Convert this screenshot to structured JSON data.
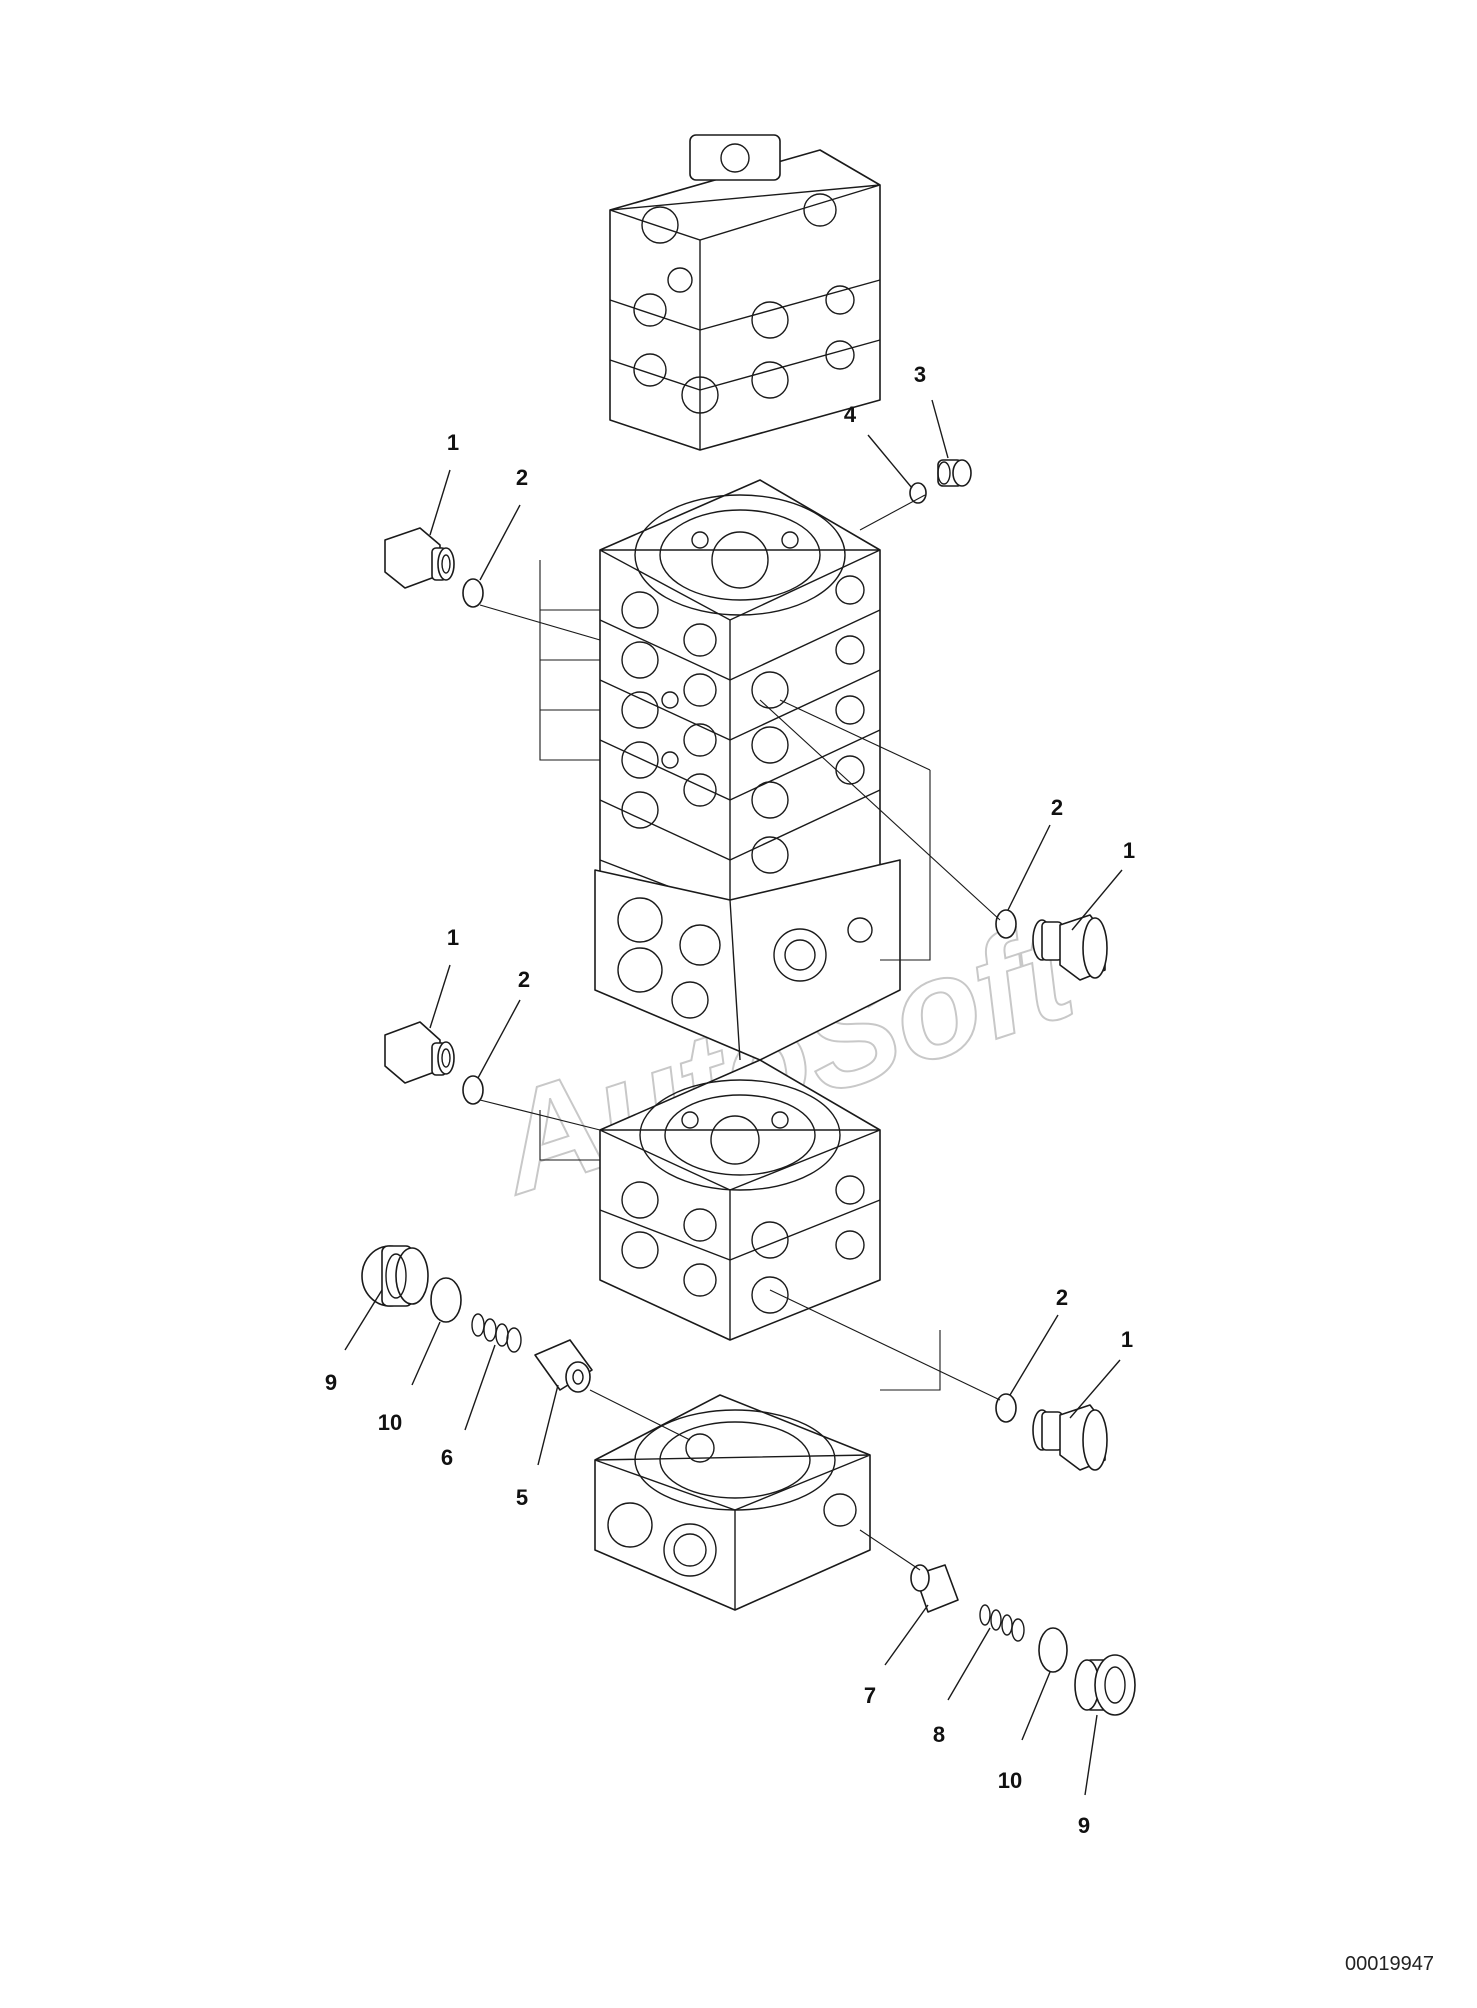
{
  "watermark": "AutoSoft",
  "document_id": "00019947",
  "callouts": {
    "c1a": "1",
    "c2a": "2",
    "c3": "3",
    "c4": "4",
    "c1b": "1",
    "c2b": "2",
    "c1c": "1",
    "c2c": "2",
    "c1d": "1",
    "c2d": "2",
    "c9a": "9",
    "c10a": "10",
    "c6": "6",
    "c5": "5",
    "c7": "7",
    "c8": "8",
    "c10b": "10",
    "c9b": "9"
  }
}
